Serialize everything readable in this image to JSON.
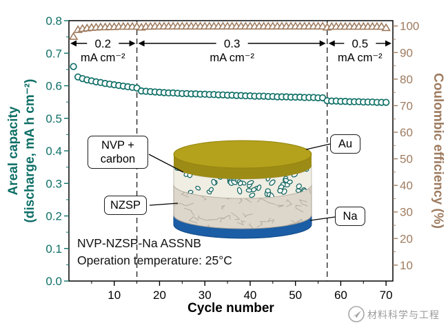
{
  "chart_data": {
    "type": "scatter",
    "title": "",
    "x_axis": {
      "label": "Cycle number",
      "min": 0,
      "max": 71.5,
      "ticks": [
        10,
        20,
        30,
        40,
        50,
        60,
        70
      ],
      "minor_step": 5
    },
    "left_axis": {
      "label_line1": "Areal capacity",
      "label_line2": "(discharge, mA h cm⁻²)",
      "min": 0,
      "max": 0.8,
      "ticks": [
        0.0,
        0.1,
        0.2,
        0.3,
        0.4,
        0.5,
        0.6,
        0.7,
        0.8
      ],
      "color": "#0e6f66"
    },
    "right_axis": {
      "label": "Coulombic efficiency (%)",
      "min": 4,
      "max": 102,
      "ticks": [
        10,
        20,
        30,
        40,
        50,
        60,
        70,
        80,
        90,
        100
      ],
      "color": "#9e7b5f"
    },
    "x_first": 1,
    "x_step": 1,
    "series": [
      {
        "name": "Areal discharge capacity",
        "axis": "left",
        "marker": "circle",
        "color": "#0e6f66",
        "values": [
          0.659,
          0.627,
          0.622,
          0.618,
          0.615,
          0.612,
          0.61,
          0.607,
          0.605,
          0.603,
          0.601,
          0.599,
          0.597,
          0.595,
          0.593,
          0.584,
          0.583,
          0.582,
          0.581,
          0.58,
          0.579,
          0.578,
          0.578,
          0.577,
          0.576,
          0.576,
          0.575,
          0.575,
          0.574,
          0.574,
          0.573,
          0.573,
          0.572,
          0.572,
          0.571,
          0.571,
          0.57,
          0.57,
          0.569,
          0.569,
          0.568,
          0.568,
          0.568,
          0.567,
          0.567,
          0.566,
          0.566,
          0.566,
          0.565,
          0.565,
          0.565,
          0.564,
          0.564,
          0.564,
          0.563,
          0.563,
          0.554,
          0.553,
          0.553,
          0.552,
          0.552,
          0.551,
          0.551,
          0.551,
          0.55,
          0.55,
          0.55,
          0.549,
          0.549,
          0.549
        ]
      },
      {
        "name": "Coulombic efficiency",
        "axis": "right",
        "marker": "triangle",
        "color": "#9e7b5f",
        "values": [
          96.0,
          98.6,
          99.0,
          99.2,
          99.4,
          99.5,
          99.6,
          99.6,
          99.7,
          99.7,
          99.8,
          99.8,
          99.8,
          99.8,
          99.8,
          99.5,
          99.8,
          99.8,
          99.9,
          99.9,
          99.9,
          99.9,
          99.9,
          99.9,
          99.9,
          99.9,
          99.9,
          99.9,
          99.9,
          99.9,
          99.9,
          99.9,
          99.9,
          99.9,
          99.9,
          99.9,
          99.9,
          99.9,
          99.9,
          99.9,
          99.9,
          99.9,
          99.9,
          99.9,
          99.9,
          99.9,
          99.9,
          99.9,
          99.9,
          99.9,
          99.9,
          99.9,
          99.9,
          99.9,
          99.9,
          99.9,
          99.5,
          99.8,
          99.8,
          99.8,
          99.8,
          99.8,
          99.8,
          99.8,
          99.8,
          99.8,
          99.8,
          99.8,
          99.8,
          99.3
        ]
      }
    ],
    "dividers": [
      15,
      57
    ],
    "regions": [
      {
        "label": "0.2",
        "unit": "mA cm⁻²",
        "from": 0,
        "to": 15
      },
      {
        "label": "0.3",
        "unit": "mA cm⁻²",
        "from": 15,
        "to": 57
      },
      {
        "label": "0.5",
        "unit": "mA cm⁻²",
        "from": 57,
        "to": 71.5
      }
    ],
    "annotations": {
      "cell": "NVP-NZSP-Na ASSNB",
      "temperature": "Operation temperature: 25°C"
    },
    "inset": {
      "labels": {
        "nvp": "NVP + carbon",
        "nzsp": "NZSP",
        "au": "Au",
        "na": "Na"
      },
      "colors": {
        "au": "#b4a11c",
        "au_side": "#9c8b15",
        "band": "#f0ede3",
        "nvp_dot": "#14665f",
        "nzsp": "#ddd6cb",
        "crack": "#b3ab9d",
        "na": "#1b5ea6"
      }
    }
  },
  "watermark": {
    "text": "材料科学与工程"
  }
}
